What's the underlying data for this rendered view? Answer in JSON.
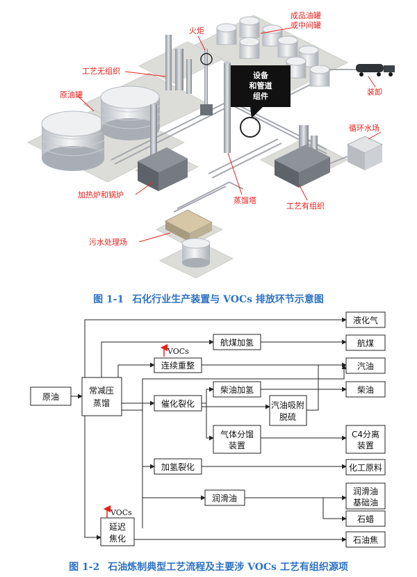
{
  "colors": {
    "label_red": "#e8201c",
    "caption_blue": "#2d72c4",
    "pad_grey": "#dcdcd8",
    "tank_stripe": "#c9cdd2",
    "box_stroke": "#222222"
  },
  "figure1": {
    "labels": {
      "product_tanks_1": "成品油罐",
      "product_tanks_2": "或中间罐",
      "flare": "火炬",
      "fugitive": "工艺无组织",
      "crude_tank": "原油罐",
      "cooling_water": "循环水场",
      "loading": "装卸",
      "furnace": "加热炉和锅炉",
      "distillation": "蒸馏塔",
      "process_organized": "工艺有组织",
      "wastewater": "污水处理场",
      "callout_1": "设备",
      "callout_2": "和管道",
      "callout_3": "组件"
    },
    "caption_num": "图 1-1",
    "caption_text": "石化行业生产装置与 VOCs 排放环节示意图"
  },
  "figure2": {
    "boxes": {
      "crude": "原油",
      "atm_vac_1": "常减压",
      "atm_vac_2": "蒸馏",
      "reforming": "连续重整",
      "jet_hydro": "航煤加氢",
      "diesel_hydro": "柴油加氢",
      "gas_desulf_1": "汽油吸附",
      "gas_desulf_2": "脱硫",
      "fcc": "催化裂化",
      "gas_frac_1": "气体分馏",
      "gas_frac_2": "装置",
      "hydrocrack": "加氢裂化",
      "lube": "润滑油",
      "coking_1": "延迟",
      "coking_2": "焦化"
    },
    "products": {
      "lpg": "液化气",
      "jet": "航煤",
      "gasoline": "汽油",
      "diesel": "柴油",
      "c4_1": "C4分离",
      "c4_2": "装置",
      "chem": "化工原料",
      "lube_base_1": "润滑油",
      "lube_base_2": "基础油",
      "wax": "石蜡",
      "coke": "石油焦"
    },
    "vocs_label": "VOCs",
    "caption_num": "图 1-2",
    "caption_text": "石油炼制典型工艺流程及主要涉 VOCs 工艺有组织源项"
  }
}
